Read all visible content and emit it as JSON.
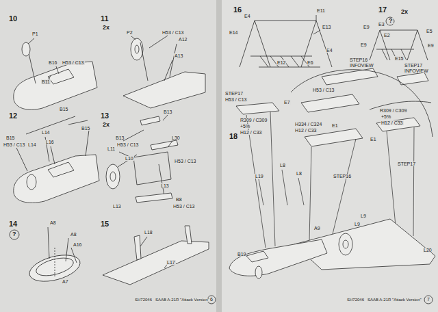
{
  "diagram": {
    "labels": [
      "10",
      "P1",
      "B16",
      "H53 / C13",
      "B11",
      "11",
      "2x",
      "P2",
      "H53 / C13",
      "A12",
      "A13",
      "12",
      "B15",
      "B15",
      "H53 / C13",
      "L14",
      "L14",
      "L16",
      "B15",
      "13",
      "2x",
      "B13",
      "B13",
      "H53 / C13",
      "L30",
      "L11",
      "L10",
      "H53 / C13",
      "L13",
      "L13",
      "B8",
      "H53 / C13",
      "14",
      "?",
      "A8",
      "A8",
      "A16",
      "A7",
      "15",
      "L18",
      "L17",
      "SH72046",
      "SAAB A-21R \"Attack Version\"",
      "6",
      "16",
      "E4",
      "E11",
      "E13",
      "E14",
      "E4",
      "E12",
      "E6",
      "17",
      "2x",
      "?",
      "E9",
      "E3",
      "E2",
      "E5",
      "E9",
      "E9",
      "E15",
      "18",
      "STEP17",
      "H53 / C13",
      "R309 / C309",
      "+5%",
      "H12 / C33",
      "E7",
      "H53 / C13",
      "STEP16",
      "INFOVIEW",
      "STEP17",
      "INFOVIEW",
      "H334 / C324",
      "H12 / C33",
      "E1",
      "R309 / C309",
      "+5%",
      "H12 / C33",
      "E1",
      "STEP17",
      "STEP16",
      "L19",
      "L8",
      "L8",
      "A9",
      "L9",
      "L9",
      "B19",
      "L20",
      "SH72046",
      "SAAB A-21R \"Attack Version\"",
      "7"
    ]
  }
}
